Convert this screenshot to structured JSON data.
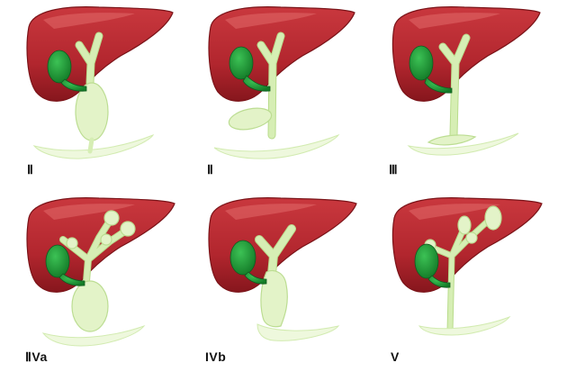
{
  "panels": [
    {
      "id": "type-1",
      "label": "Ⅱ",
      "type": "fusiform-cbd"
    },
    {
      "id": "type-2",
      "label": "Ⅱ",
      "type": "diverticulum"
    },
    {
      "id": "type-3",
      "label": "Ⅲ",
      "type": "choledochocele"
    },
    {
      "id": "type-4a",
      "label": "ⅡVa",
      "type": "intra-extrahepatic"
    },
    {
      "id": "type-4b",
      "label": "IVb",
      "type": "multiple-extrahepatic"
    },
    {
      "id": "type-5",
      "label": "V",
      "type": "intrahepatic-only"
    }
  ],
  "colors": {
    "liver": "#b72a31",
    "liver_dark": "#8e1a22",
    "gallbladder": "#1f9a37",
    "duct": "#d6eeb4",
    "background": "#ffffff"
  }
}
